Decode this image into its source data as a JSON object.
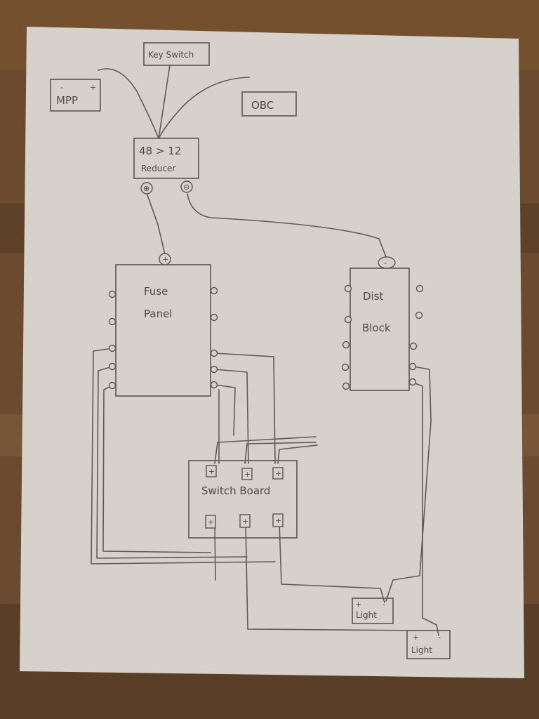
{
  "colors": {
    "wood": "#6b4a30",
    "paper": "#d6d2cb",
    "pencil": "#5a554d"
  },
  "nodes": {
    "mpp": {
      "label": "MPP",
      "neg": "-",
      "pos": "+"
    },
    "key_switch": {
      "label": "Key Switch"
    },
    "obc": {
      "label": "OBC"
    },
    "reducer": {
      "line1": "48 > 12",
      "line2": "Reducer",
      "pos": "⊕",
      "neg": "⊖"
    },
    "fuse_panel": {
      "line1": "Fuse",
      "line2": "Panel",
      "pos": "+"
    },
    "dist_block": {
      "line1": "Dist",
      "line2": "Block",
      "neg": "-"
    },
    "switch_board": {
      "label": "Switch Board",
      "terminal": "+"
    },
    "light_1": {
      "label": "Light",
      "pos": "+",
      "neg": "-"
    },
    "light_2": {
      "label": "Light",
      "pos": "+",
      "neg": "-"
    }
  }
}
